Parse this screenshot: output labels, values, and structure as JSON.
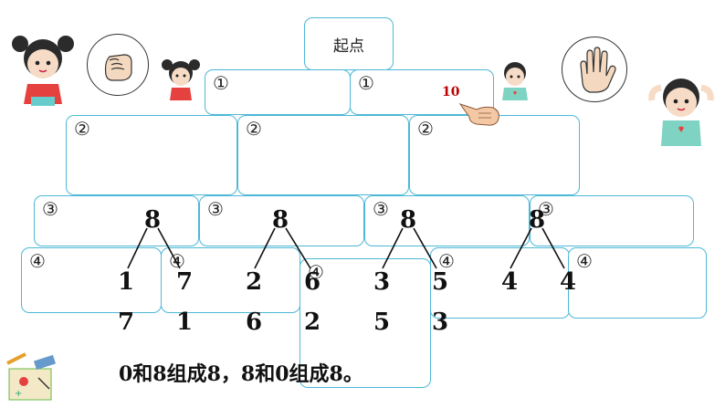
{
  "start_label": "起点",
  "markers": {
    "m1": "①",
    "m2": "②",
    "m3": "③",
    "m4": "④"
  },
  "counter": "10",
  "splits": [
    {
      "total": "8",
      "rows": [
        [
          "1",
          "7"
        ],
        [
          "7",
          "1"
        ]
      ]
    },
    {
      "total": "8",
      "rows": [
        [
          "2",
          "6"
        ],
        [
          "6",
          "2"
        ]
      ]
    },
    {
      "total": "8",
      "rows": [
        [
          "3",
          "5"
        ],
        [
          "5",
          "3"
        ]
      ]
    },
    {
      "total": "8",
      "rows": [
        [
          "4",
          "4"
        ]
      ]
    }
  ],
  "sentence": "0和8组成8，8和0组成8。",
  "icons": {
    "fist": "fist-icon",
    "open_hand": "open-hand-icon",
    "pointing_hand": "pointing-hand-icon",
    "stationery": "stationery-icon"
  },
  "colors": {
    "box_border": "#4db8d6",
    "counter": "#c00000"
  }
}
